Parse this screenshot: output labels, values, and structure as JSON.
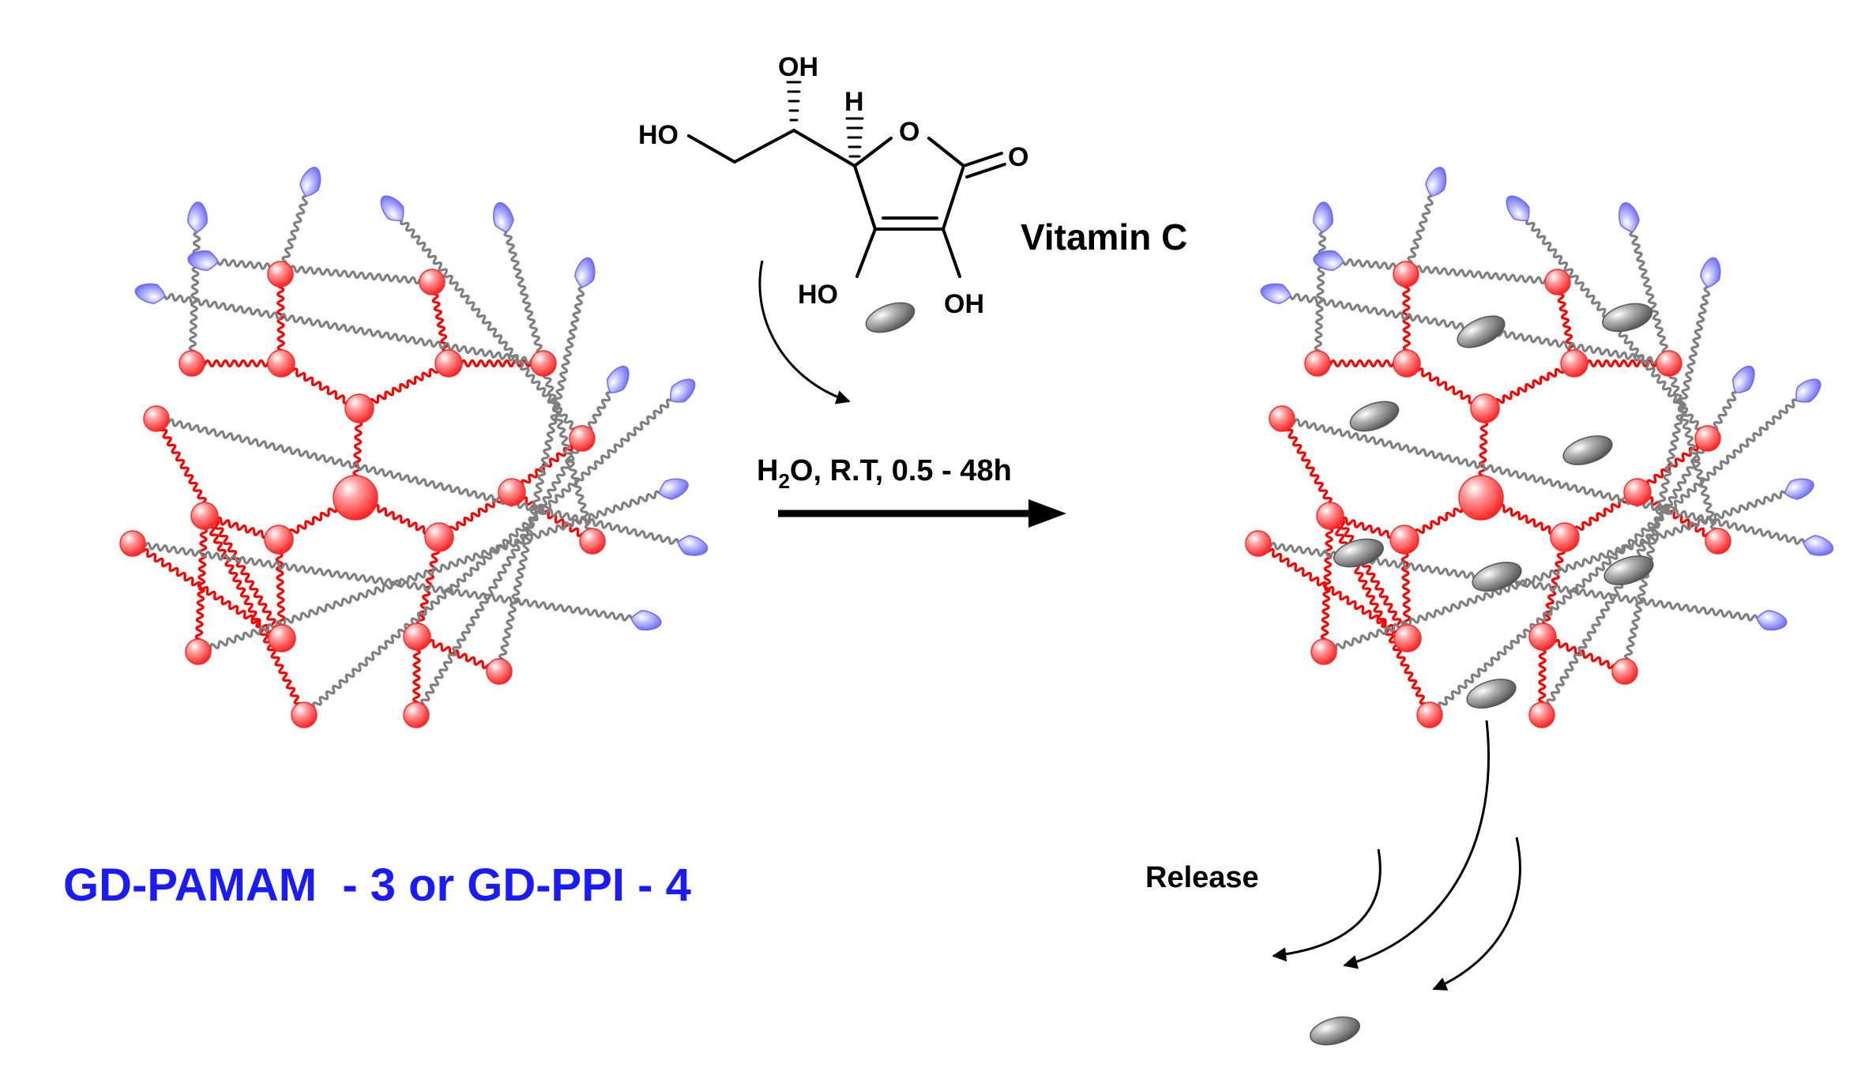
{
  "molecule": {
    "hydroxyl_label": "HO",
    "top_hydroxyl_label": "OH",
    "hydrogen_label": "H",
    "ring_oxygen_label": "O",
    "carbonyl_oxygen_label": "O",
    "enol_left_label": "HO",
    "enol_right_label": "OH",
    "name": "Vitamin C"
  },
  "reaction": {
    "solvent_main": "H",
    "solvent_subscript": "2",
    "conditions": "O, R.T, 0.5 - 48h"
  },
  "dendrimer_label": "GD-PAMAM  - 3 or GD-PPI - 4",
  "release_label": "Release",
  "colors": {
    "core_node": "#ff2a2a",
    "core_link": "#ff0000",
    "spacer_chain": "#808080",
    "terminal_group": "#6a6aff",
    "cargo": "#777777",
    "label_blue": "#1a1aff",
    "text_black": "#000000"
  }
}
